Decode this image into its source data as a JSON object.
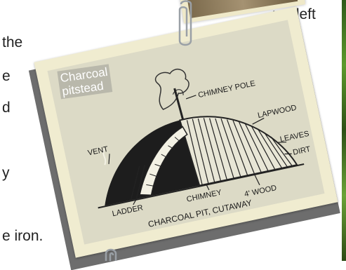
{
  "background_text": {
    "lines": [
      "ms left",
      "the",
      "e",
      "d",
      "y",
      "e iron."
    ]
  },
  "card": {
    "caption": "Charcoal pitstead",
    "caption_lines": [
      "Charcoal",
      "pitstead"
    ],
    "diagram_title": "CHARCOAL PIT, CUTAWAY",
    "labels": {
      "chimney_pole": "CHIMNEY POLE",
      "vent": "VENT",
      "lapwood": "LAPWOOD",
      "leaves": "LEAVES",
      "dirt": "DIRT",
      "ladder": "LADDER",
      "chimney": "CHIMNEY",
      "wood": "4' WOOD"
    }
  },
  "colors": {
    "card_paper": "#f0ecd0",
    "card_shadow": "#5d5d5d",
    "ink": "#1a1a1a",
    "photo_bg": "#dcdac6"
  },
  "icons": [
    "paperclip-icon",
    "paperclip-icon"
  ]
}
